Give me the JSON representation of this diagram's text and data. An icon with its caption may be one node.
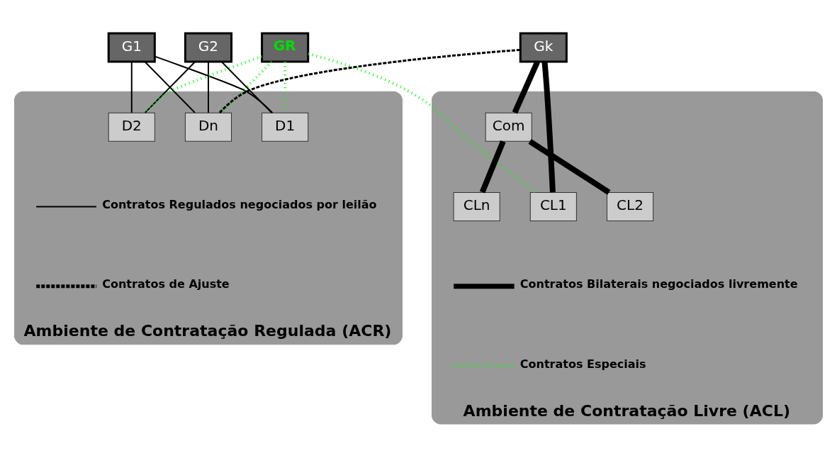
{
  "diagram": {
    "nodes": [
      {
        "text": [
          "G1"
        ]
      },
      {
        "text": [
          "G2"
        ]
      },
      {
        "text": [
          "GR"
        ]
      },
      {
        "text": [
          "Gk"
        ]
      },
      {
        "text": [
          "Ambiente de Contratação Regulada (ACR)"
        ]
      },
      {
        "text": [
          "D1"
        ],
        "in": 4
      },
      {
        "text": [
          "D2"
        ],
        "in": 4
      },
      {
        "text": [
          "Dn"
        ],
        "in": 4
      },
      {
        "text": [
          "Ambiente de Contratação Livre (ACL)"
        ]
      },
      {
        "text": [
          "Com"
        ],
        "in": 8
      },
      {
        "text": [
          "CL1"
        ],
        "in": 8
      },
      {
        "text": [
          "CL2"
        ],
        "in": 8
      },
      {
        "text": [
          "CLn"
        ],
        "in": 8
      }
    ],
    "edges": [
      {
        "from": 0,
        "to": 5,
        "arrow": "none"
      },
      {
        "from": 0,
        "to": 6,
        "arrow": "none"
      },
      {
        "from": 0,
        "to": 7,
        "arrow": "none"
      },
      {
        "from": 1,
        "to": 5,
        "arrow": "none"
      },
      {
        "from": 1,
        "to": 6,
        "arrow": "none"
      },
      {
        "from": 1,
        "to": 7,
        "arrow": "none"
      },
      {
        "from": 2,
        "to": 5,
        "arrow": "none",
        "style": "dashed",
        "color": "#00ff00"
      },
      {
        "from": 2,
        "to": 6,
        "arrow": "none",
        "style": "dashed",
        "color": "#00ff00"
      },
      {
        "from": 2,
        "to": 7,
        "arrow": "none",
        "style": "dashed",
        "color": "#00ff00"
      },
      {
        "from": 2,
        "to": 10,
        "arrow": "none",
        "style": "dashed",
        "color": "#00ff00"
      },
      {
        "from": 7,
        "to": 3,
        "arrow": "none",
        "style": "dashed"
      },
      {
        "from": 3,
        "to": 10,
        "arrow": "none",
        "style": "thick"
      },
      {
        "from": 3,
        "to": 9,
        "arrow": "none",
        "style": "thick"
      },
      {
        "from": 9,
        "to": 11,
        "arrow": "none",
        "style": "thick"
      },
      {
        "from": 9,
        "to": 12,
        "arrow": "none",
        "style": "thick"
      }
    ],
    "legend": [
      {
        "text": "Contratos Regulados negociados por leilão"
      },
      {
        "text": "Contratos de Ajuste"
      },
      {
        "text": "Contratos Bilaterais negociados livremente"
      },
      {
        "text": "Contratos Especiais"
      }
    ]
  }
}
